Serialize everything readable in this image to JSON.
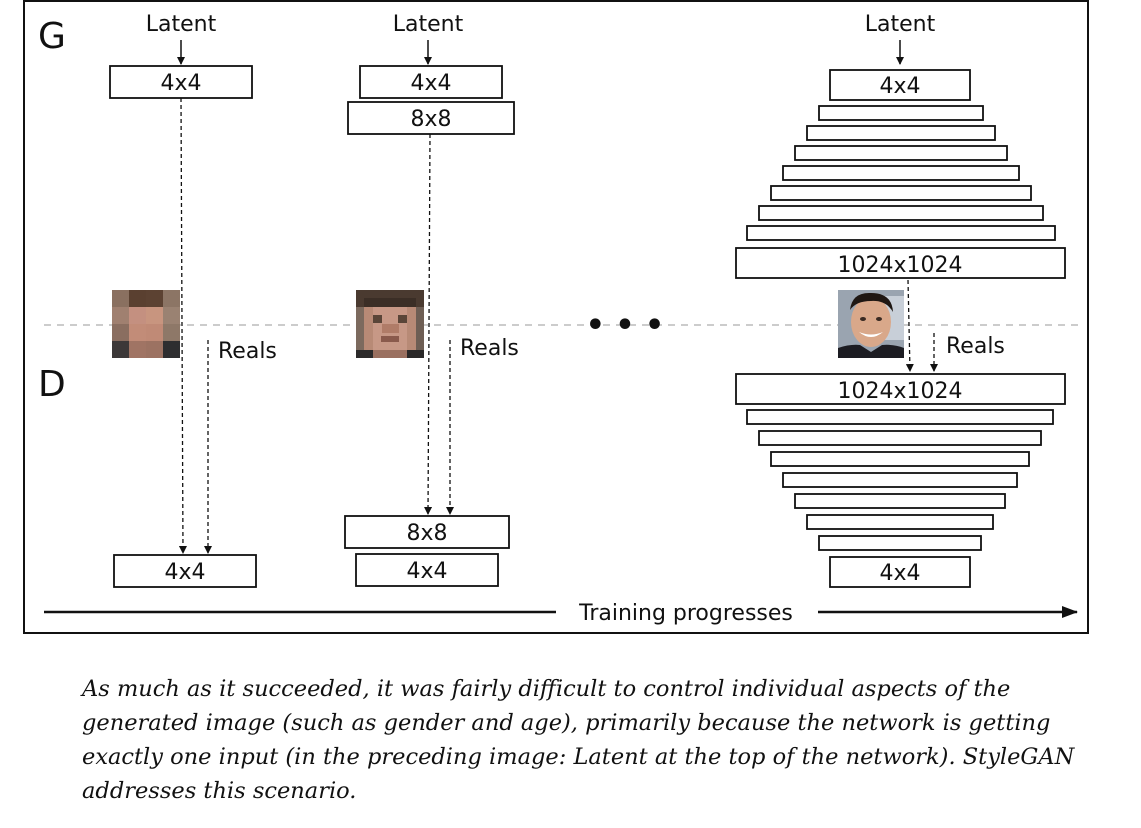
{
  "stages": {
    "g_label": "G",
    "d_label": "D",
    "latent": "Latent",
    "reals": "Reals",
    "block_4": "4x4",
    "block_8": "8x8",
    "block_1024": "1024x1024",
    "ellipsis": "• • •"
  },
  "progress_label": "Training progresses",
  "caption": "As much as it succeeded, it was fairly difficult to control individual aspects of the generated image (such as gender and age), primarily because the network is getting exactly one input (in the preceding image: Latent at the top of the network). StyleGAN addresses this scenario.",
  "colors": {
    "frame": "#111111",
    "divider": "#bbbbbb"
  }
}
